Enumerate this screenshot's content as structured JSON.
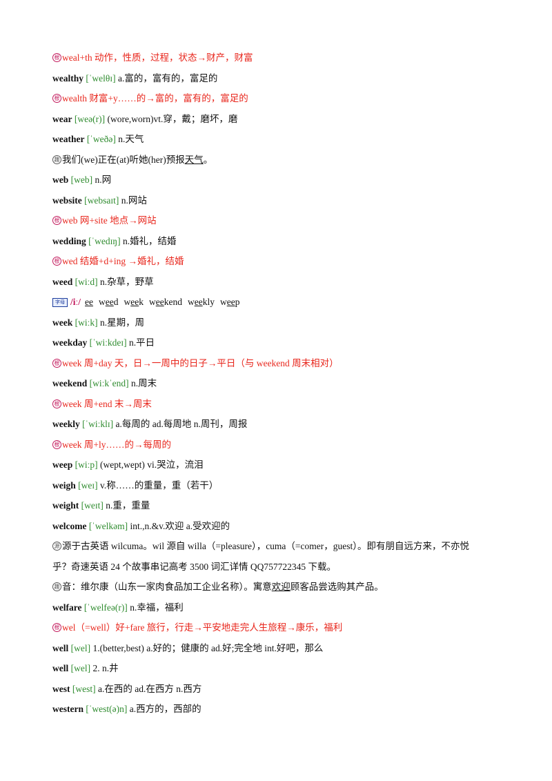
{
  "entries": [
    {
      "type": "root",
      "badge": "根",
      "text": "weal+th 动作，性质，过程，状态→财产，财富"
    },
    {
      "type": "word",
      "word": "wealthy",
      "ipa": "[ˈwelθɪ]",
      "def": "a.富的，富有的，富足的"
    },
    {
      "type": "root",
      "badge": "根",
      "text": "wealth 财富+y……的→富的，富有的，富足的"
    },
    {
      "type": "word",
      "word": "wear",
      "ipa": "[weə(r)]",
      "def": "(wore,worn)vt.穿，戴；磨坏，磨"
    },
    {
      "type": "word",
      "word": "weather",
      "ipa": "[ˈweðə]",
      "def": "n.天气"
    },
    {
      "type": "fun",
      "badge": "趣",
      "pre": "我们(we)正在(at)听她(her)预报",
      "ul": "天气",
      "post": "。"
    },
    {
      "type": "word",
      "word": "web",
      "ipa": "[web]",
      "def": "n.网"
    },
    {
      "type": "word",
      "word": "website",
      "ipa": "[websaɪt]",
      "def": "n.网站"
    },
    {
      "type": "root",
      "badge": "根",
      "text": "web 网+site 地点→网站"
    },
    {
      "type": "word",
      "word": "wedding",
      "ipa": "[ˈwedɪŋ]",
      "def": "n.婚礼，结婚"
    },
    {
      "type": "root",
      "badge": "根",
      "text": "wed 结婚+d+ing →婚礼，结婚"
    },
    {
      "type": "word",
      "word": "weed",
      "ipa": "[wiːd]",
      "def": "n.杂草，野草"
    },
    {
      "type": "pron",
      "badge": "字母",
      "symbol": "/iː/",
      "examples": [
        {
          "a": "",
          "u": "ee",
          "b": ""
        },
        {
          "a": "w",
          "u": "ee",
          "b": "d"
        },
        {
          "a": "w",
          "u": "ee",
          "b": "k"
        },
        {
          "a": "w",
          "u": "ee",
          "b": "kend"
        },
        {
          "a": "w",
          "u": "ee",
          "b": "kly"
        },
        {
          "a": "w",
          "u": "ee",
          "b": "p"
        }
      ]
    },
    {
      "type": "word",
      "word": "week",
      "ipa": "[wiːk]",
      "def": "n.星期，周"
    },
    {
      "type": "word",
      "word": "weekday",
      "ipa": "[ˈwiːkdeɪ]",
      "def": "n.平日"
    },
    {
      "type": "root",
      "badge": "根",
      "text": "week 周+day 天，日→一周中的日子→平日（与 weekend 周末相对）"
    },
    {
      "type": "word",
      "word": "weekend",
      "ipa": "[wiːkˈend]",
      "def": "n.周末"
    },
    {
      "type": "root",
      "badge": "根",
      "text": "week 周+end 末→周末"
    },
    {
      "type": "word",
      "word": "weekly",
      "ipa": "[ˈwiːklɪ]",
      "def": "a.每周的 ad.每周地 n.周刊，周报"
    },
    {
      "type": "root",
      "badge": "根",
      "text": "week 周+ly……的→每周的"
    },
    {
      "type": "word",
      "word": "weep",
      "ipa": "[wiːp]",
      "def": "(wept,wept) vi.哭泣，流泪"
    },
    {
      "type": "word",
      "word": "weigh",
      "ipa": "[weɪ]",
      "def": "v.称……的重量，重（若干）"
    },
    {
      "type": "word",
      "word": "weight",
      "ipa": "[weɪt]",
      "def": "n.重，重量"
    },
    {
      "type": "word",
      "word": "welcome",
      "ipa": "[ˈwelkəm]",
      "def": "int.,n.&v.欢迎 a.受欢迎的"
    },
    {
      "type": "src",
      "badge": "源",
      "text": "源于古英语 wilcuma。wil 源自 willa（=pleasure），cuma（=comer，guest）。即有朋自远方来，不亦悦"
    },
    {
      "type": "plain",
      "text": "乎？奇速英语 24 个故事串记高考 3500 词汇详情 QQ757722345 下载。"
    },
    {
      "type": "fun",
      "badge": "趣",
      "pre": "音：维尔康（山东一家肉食品加工企业名称）。寓意",
      "ul": "欢迎",
      "post": "顾客品尝选购其产品。"
    },
    {
      "type": "word",
      "word": "welfare",
      "ipa": "[ˈwelfeə(r)]",
      "def": "n.幸福，福利"
    },
    {
      "type": "root",
      "badge": "根",
      "text": "wel（=well）好+fare 旅行，行走→平安地走完人生旅程→康乐，福利"
    },
    {
      "type": "word",
      "word": "well",
      "ipa": "[wel]",
      "def": "1.(better,best) a.好的；健康的 ad.好;完全地 int.好吧，那么"
    },
    {
      "type": "word",
      "word": "well",
      "ipa": "[wel]",
      "def": "2. n.井"
    },
    {
      "type": "word",
      "word": "west",
      "ipa": "[west]",
      "def": "a.在西的 ad.在西方 n.西方"
    },
    {
      "type": "word",
      "word": "western",
      "ipa": "[ˈwest(ə)n]",
      "def": "a.西方的，西部的"
    }
  ]
}
